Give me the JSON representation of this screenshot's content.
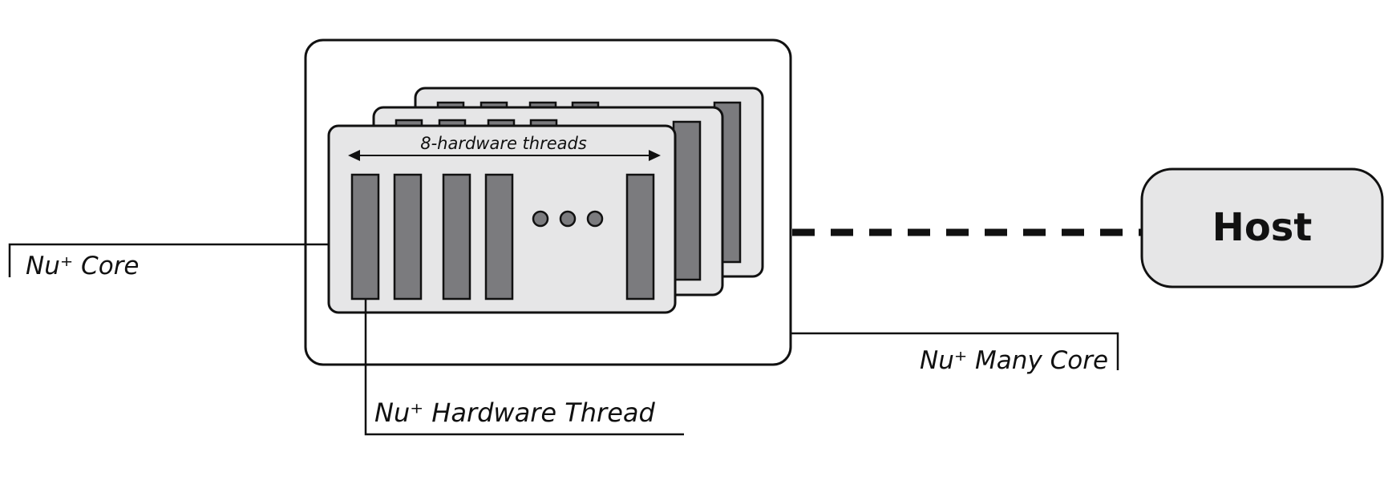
{
  "labels": {
    "threads": "8-hardware threads",
    "core": "Nu⁺ Core",
    "many_core": "Nu⁺ Many Core",
    "hardware_thread": "Nu⁺ Hardware Thread",
    "host": "Host"
  },
  "colors": {
    "card_fill": "#e6e6e7",
    "thread_fill": "#7b7b7e",
    "stroke": "#111111"
  }
}
